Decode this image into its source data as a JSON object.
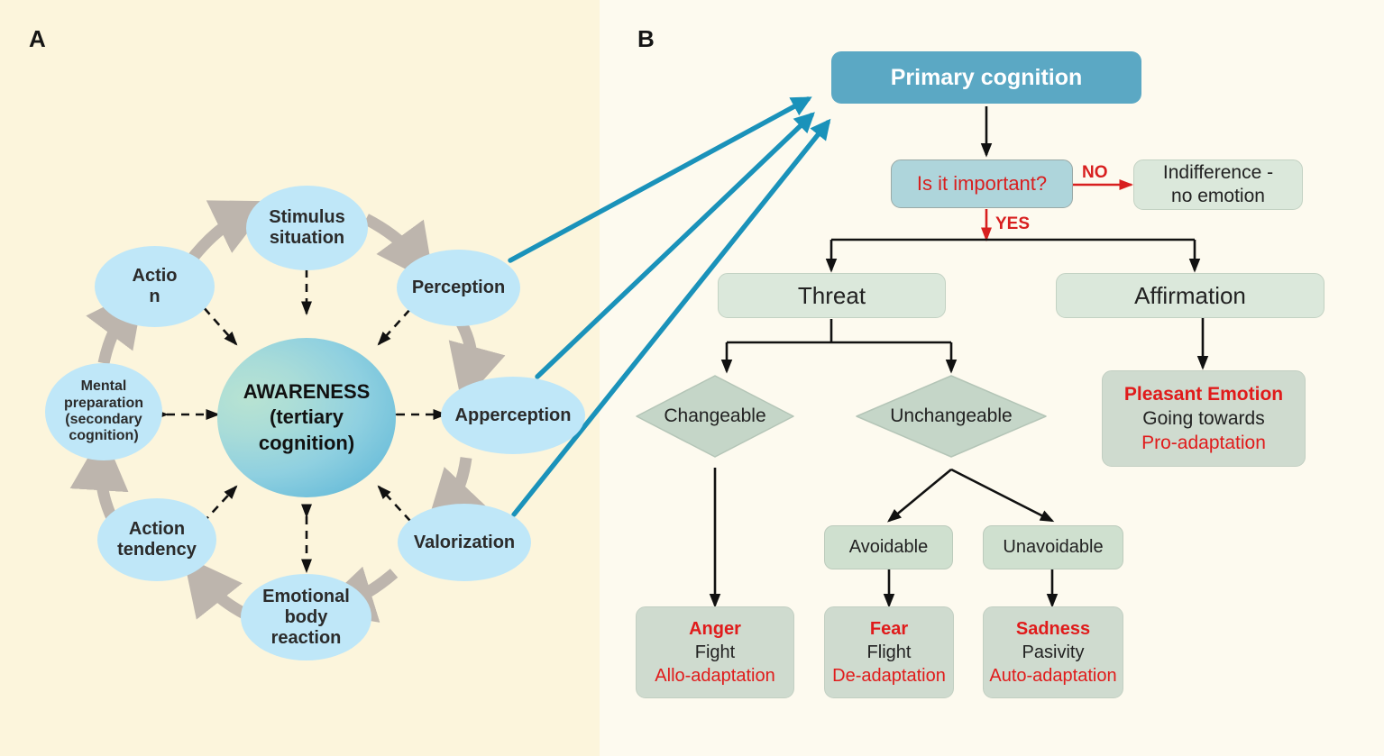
{
  "panels": {
    "a_letter": "A",
    "b_letter": "B"
  },
  "colors": {
    "panel_a_bg": "#fcf5dc",
    "panel_b_bg": "#fdfaef",
    "ellipse_blue": "#bfe7f8",
    "awareness_gradient_start": "#b8e3d2",
    "awareness_gradient_end": "#5bb2d3",
    "primary_cognition_box": "#5ba8c4",
    "question_box": "#aed5db",
    "mint_box": "#dbe8db",
    "outcome_box": "#cfdbcf",
    "diamond": "#c5d6c8",
    "red_text": "#e01b1b",
    "teal_arrow": "#1a92ba",
    "gray_arrow": "#bdb5ad"
  },
  "cycle": {
    "center_line1": "AWARENESS",
    "center_line2": "(tertiary",
    "center_line3": "cognition)",
    "nodes": [
      {
        "id": "stimulus",
        "label_line1": "Stimulus",
        "label_line2": "situation"
      },
      {
        "id": "perception",
        "label_line1": "Perception",
        "label_line2": ""
      },
      {
        "id": "apperception",
        "label_line1": "Apperception",
        "label_line2": ""
      },
      {
        "id": "valorization",
        "label_line1": "Valorization",
        "label_line2": ""
      },
      {
        "id": "emotional-body-reaction",
        "label_line1": "Emotional",
        "label_line2": "body",
        "label_line3": "reaction"
      },
      {
        "id": "action-tendency",
        "label_line1": "Action",
        "label_line2": "tendency"
      },
      {
        "id": "mental-preparation",
        "label_line1": "Mental",
        "label_line2": "preparation",
        "label_line3": "(secondary",
        "label_line4": "cognition)"
      },
      {
        "id": "action",
        "label_line1": "Actio",
        "label_line2": "n"
      }
    ]
  },
  "flow": {
    "primary_cognition": "Primary cognition",
    "question": "Is it important?",
    "no_label": "NO",
    "yes_label": "YES",
    "indifference_line1": "Indifference -",
    "indifference_line2": "no emotion",
    "threat": "Threat",
    "affirmation": "Affirmation",
    "changeable": "Changeable",
    "unchangeable": "Unchangeable",
    "avoidable": "Avoidable",
    "unavoidable": "Unavoidable",
    "outcomes": [
      {
        "id": "anger",
        "emotion": "Anger",
        "behavior": "Fight",
        "adaptation": "Allo-adaptation"
      },
      {
        "id": "fear",
        "emotion": "Fear",
        "behavior": "Flight",
        "adaptation": "De-adaptation"
      },
      {
        "id": "sadness",
        "emotion": "Sadness",
        "behavior": "Pasivity",
        "adaptation": "Auto-adaptation"
      },
      {
        "id": "pleasant",
        "emotion": "Pleasant Emotion",
        "behavior": "Going towards",
        "adaptation": "Pro-adaptation"
      }
    ]
  }
}
